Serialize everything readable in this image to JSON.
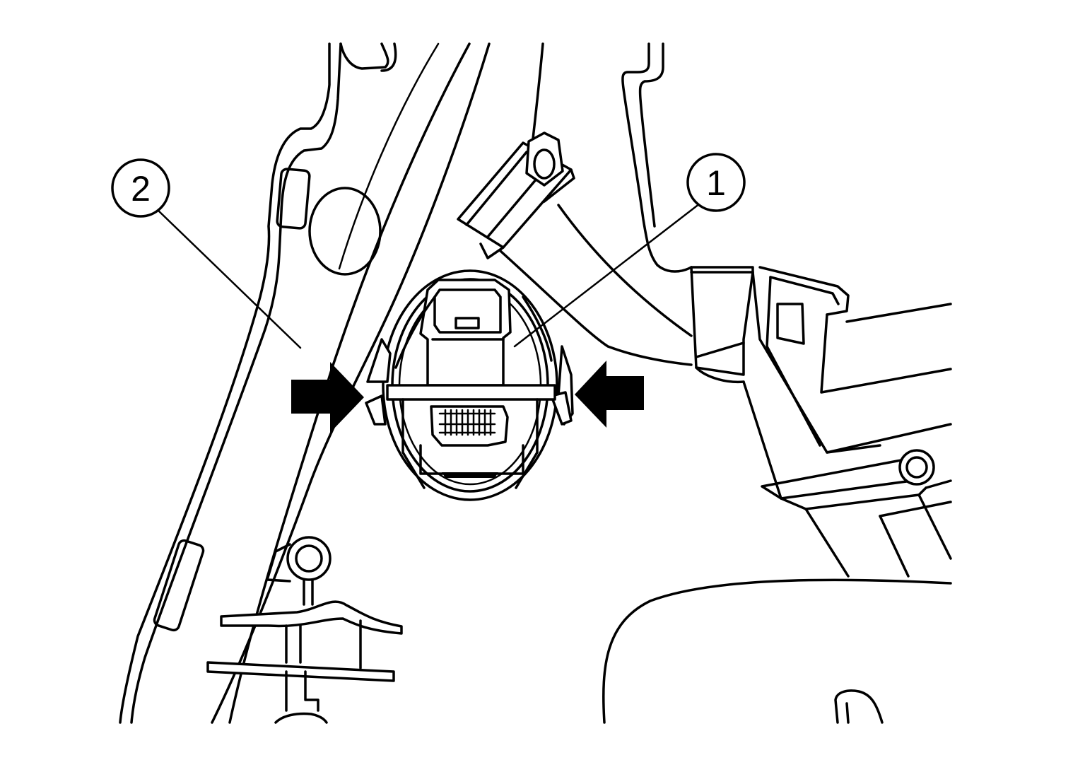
{
  "callouts": [
    {
      "id": "1",
      "label": "1"
    },
    {
      "id": "2",
      "label": "2"
    }
  ],
  "arrows": [
    {
      "direction": "right",
      "meaning": "press-tab"
    },
    {
      "direction": "left",
      "meaning": "press-tab"
    }
  ],
  "colors": {
    "line": "#000000",
    "background": "#ffffff"
  }
}
